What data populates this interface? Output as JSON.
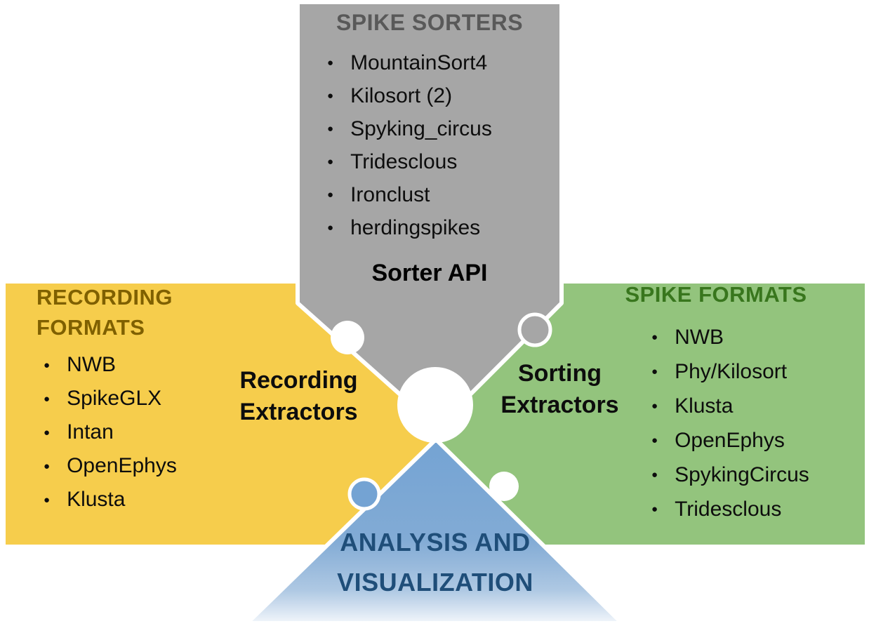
{
  "diagram": {
    "sorters": {
      "title": "SPIKE SORTERS",
      "items": [
        "MountainSort4",
        "Kilosort (2)",
        "Spyking_circus",
        "Tridesclous",
        "Ironclust",
        "herdingspikes"
      ],
      "api_label": "Sorter API",
      "fill": "#a6a6a6",
      "title_color": "#595959"
    },
    "recording_formats": {
      "title": "RECORDING FORMATS",
      "items": [
        "NWB",
        "SpikeGLX",
        "Intan",
        "OpenEphys",
        "Klusta"
      ],
      "extractor_label": "Recording Extractors",
      "fill": "#f6cd4c",
      "title_color": "#7f6000"
    },
    "spike_formats": {
      "title": "SPIKE FORMATS",
      "items": [
        "NWB",
        "Phy/Kilosort",
        "Klusta",
        "OpenEphys",
        "SpykingCircus",
        "Tridesclous"
      ],
      "extractor_label": "Sorting Extractors",
      "fill": "#93c47d",
      "title_color": "#38761d"
    },
    "analysis": {
      "title": "ANALYSIS AND VISUALIZATION",
      "fill_top": "#74a3d3",
      "title_color": "#1f4e79"
    },
    "icons": {
      "bullet": "●"
    }
  }
}
